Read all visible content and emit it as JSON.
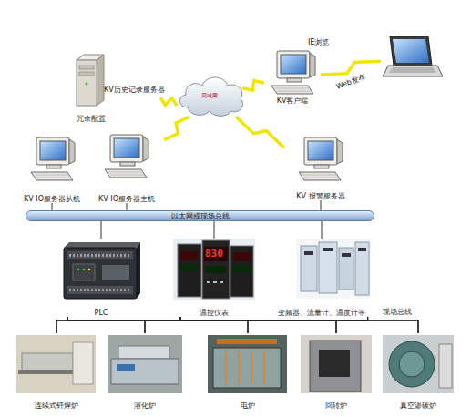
{
  "diagram": {
    "nodes": [
      {
        "text": [
          "KV历史记录服务器"
        ]
      },
      {
        "text": [
          "局域网"
        ]
      },
      {
        "text": [
          "IE浏览"
        ]
      },
      {
        "text": [
          "KV客户端"
        ]
      },
      {
        "text": [
          "KV IO服务器从机"
        ]
      },
      {
        "text": [
          "KV IO服务器主机"
        ]
      },
      {
        "text": [
          "KV 报警服务器"
        ]
      },
      {
        "text": [
          "以太网或现场总线"
        ]
      },
      {
        "text": [
          "PLC"
        ]
      },
      {
        "text": [
          "温控仪表"
        ]
      },
      {
        "text": [
          "变频器、流量计、温度计等"
        ]
      },
      {
        "text": [
          "连续式钎焊炉"
        ]
      },
      {
        "text": [
          "溶化炉"
        ]
      },
      {
        "text": [
          "电炉"
        ]
      },
      {
        "text": [
          "回转炉"
        ]
      },
      {
        "text": [
          "真空渗碳炉"
        ]
      }
    ],
    "edges": [
      {
        "from": 0,
        "to": 1,
        "arrow": "none"
      },
      {
        "from": 5,
        "to": 1,
        "arrow": "none"
      },
      {
        "from": 1,
        "to": 3,
        "arrow": "none"
      },
      {
        "from": 1,
        "to": 6,
        "arrow": "none"
      },
      {
        "from": 3,
        "to": 2,
        "label": "Web发布",
        "arrow": "none"
      },
      {
        "from": 4,
        "to": 7,
        "arrow": "none"
      },
      {
        "from": 5,
        "to": 7,
        "arrow": "none"
      },
      {
        "from": 6,
        "to": 7,
        "arrow": "none"
      },
      {
        "from": 7,
        "to": 8,
        "arrow": "none"
      },
      {
        "from": 7,
        "to": 9,
        "arrow": "none"
      },
      {
        "from": 7,
        "to": 10,
        "arrow": "none"
      },
      {
        "from": 8,
        "to": 11,
        "arrow": "none"
      },
      {
        "from": 8,
        "to": 12,
        "arrow": "none"
      },
      {
        "from": 8,
        "to": 13,
        "arrow": "none"
      },
      {
        "from": 8,
        "to": 14,
        "arrow": "none"
      },
      {
        "from": 8,
        "to": 15,
        "arrow": "none"
      },
      {
        "from": 9,
        "to": 11,
        "arrow": "none"
      },
      {
        "from": 9,
        "to": 12,
        "arrow": "none"
      },
      {
        "from": 9,
        "to": 13,
        "arrow": "none"
      },
      {
        "from": 9,
        "to": 14,
        "arrow": "none"
      },
      {
        "from": 9,
        "to": 15,
        "arrow": "none"
      },
      {
        "from": 10,
        "to": 11,
        "arrow": "none"
      },
      {
        "from": 10,
        "to": 12,
        "arrow": "none"
      },
      {
        "from": 10,
        "to": 13,
        "arrow": "none"
      },
      {
        "from": 10,
        "to": 14,
        "arrow": "none"
      },
      {
        "from": 10,
        "to": 15,
        "arrow": "none"
      }
    ],
    "labels": [
      "冗余配置",
      "830",
      "现场总线"
    ]
  }
}
